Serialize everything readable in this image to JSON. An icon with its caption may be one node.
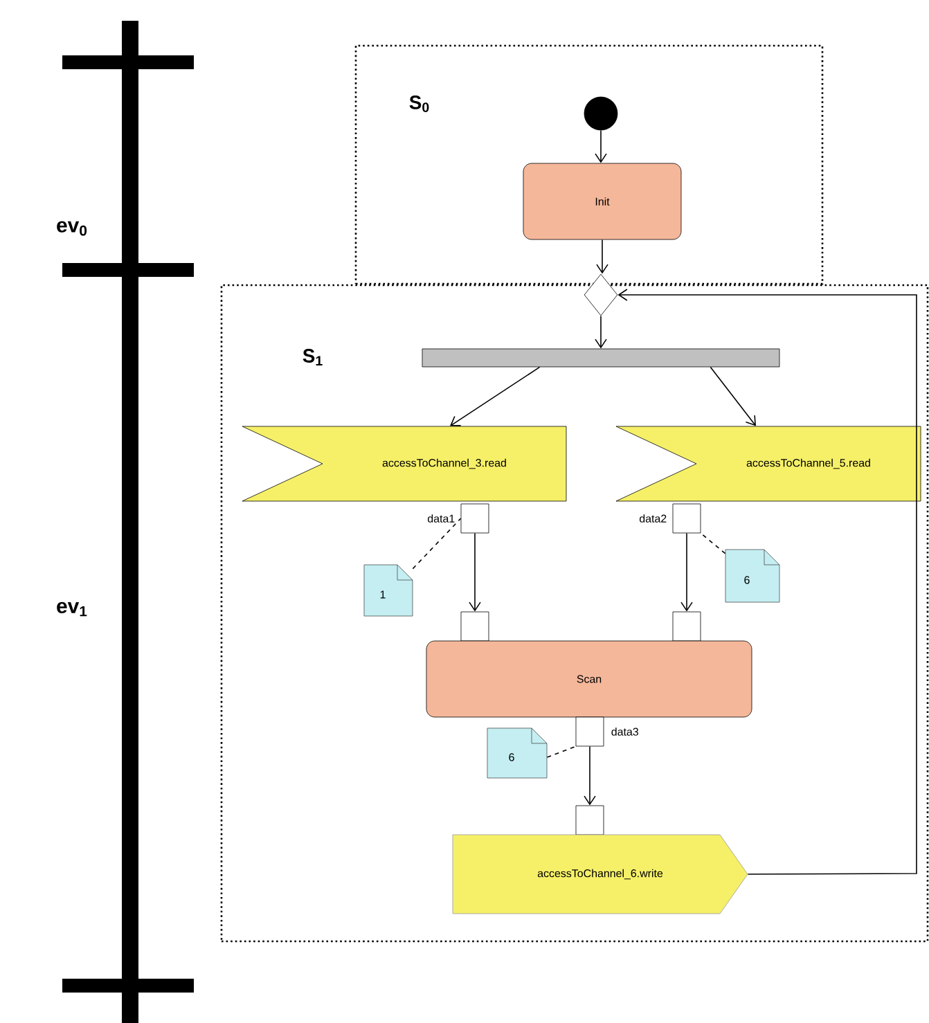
{
  "diagram": {
    "nodes": [
      {
        "text": [
          "S$_{0}$"
        ]
      },
      {
        "text": [],
        "shape": "circle",
        "in": 0
      },
      {
        "text": [
          "Init"
        ],
        "in": 0
      },
      {
        "text": [
          "S$_{1}$"
        ]
      },
      {
        "text": [],
        "shape": "diamond"
      },
      {
        "text": [],
        "shape": "bar",
        "in": 3
      },
      {
        "text": [
          "accessToChannel_3.read"
        ],
        "in": 3
      },
      {
        "text": [
          "accessToChannel_5.read"
        ],
        "in": 3
      },
      {
        "text": [],
        "shape": "box",
        "in": 3,
        "beside": [
          "data1"
        ]
      },
      {
        "text": [],
        "shape": "box",
        "in": 3,
        "beside": [
          "data2"
        ]
      },
      {
        "text": [
          "1"
        ],
        "in": 3
      },
      {
        "text": [
          "6"
        ],
        "in": 3
      },
      {
        "text": [],
        "shape": "box",
        "in": 3
      },
      {
        "text": [],
        "shape": "box",
        "in": 3
      },
      {
        "text": [
          "Scan"
        ],
        "in": 3
      },
      {
        "text": [],
        "shape": "box",
        "in": 3,
        "beside": [
          "data3"
        ]
      },
      {
        "text": [
          "6"
        ],
        "in": 3
      },
      {
        "text": [],
        "shape": "box",
        "in": 3
      },
      {
        "text": [
          "accessToChannel_6.write"
        ],
        "in": 3
      }
    ],
    "edges": [
      {
        "from": 1,
        "to": 2,
        "arrow": "to"
      },
      {
        "from": 2,
        "to": 4,
        "arrow": "to"
      },
      {
        "from": 4,
        "to": 5,
        "arrow": "to"
      },
      {
        "from": 18,
        "to": 4,
        "arrow": "to"
      },
      {
        "from": 5,
        "to": 6,
        "arrow": "to"
      },
      {
        "from": 5,
        "to": 7,
        "arrow": "to"
      },
      {
        "from": 8,
        "to": 12,
        "arrow": "to"
      },
      {
        "from": 9,
        "to": 13,
        "arrow": "to"
      },
      {
        "from": 10,
        "to": 8,
        "arrow": "none",
        "style": "dashed"
      },
      {
        "from": 11,
        "to": 9,
        "arrow": "none",
        "style": "dashed"
      },
      {
        "from": 15,
        "to": 17,
        "arrow": "to"
      },
      {
        "from": 16,
        "to": 15,
        "arrow": "none",
        "style": "dashed"
      }
    ],
    "labels": [
      "ev$_{0}$",
      "ev$_{1}$"
    ]
  }
}
